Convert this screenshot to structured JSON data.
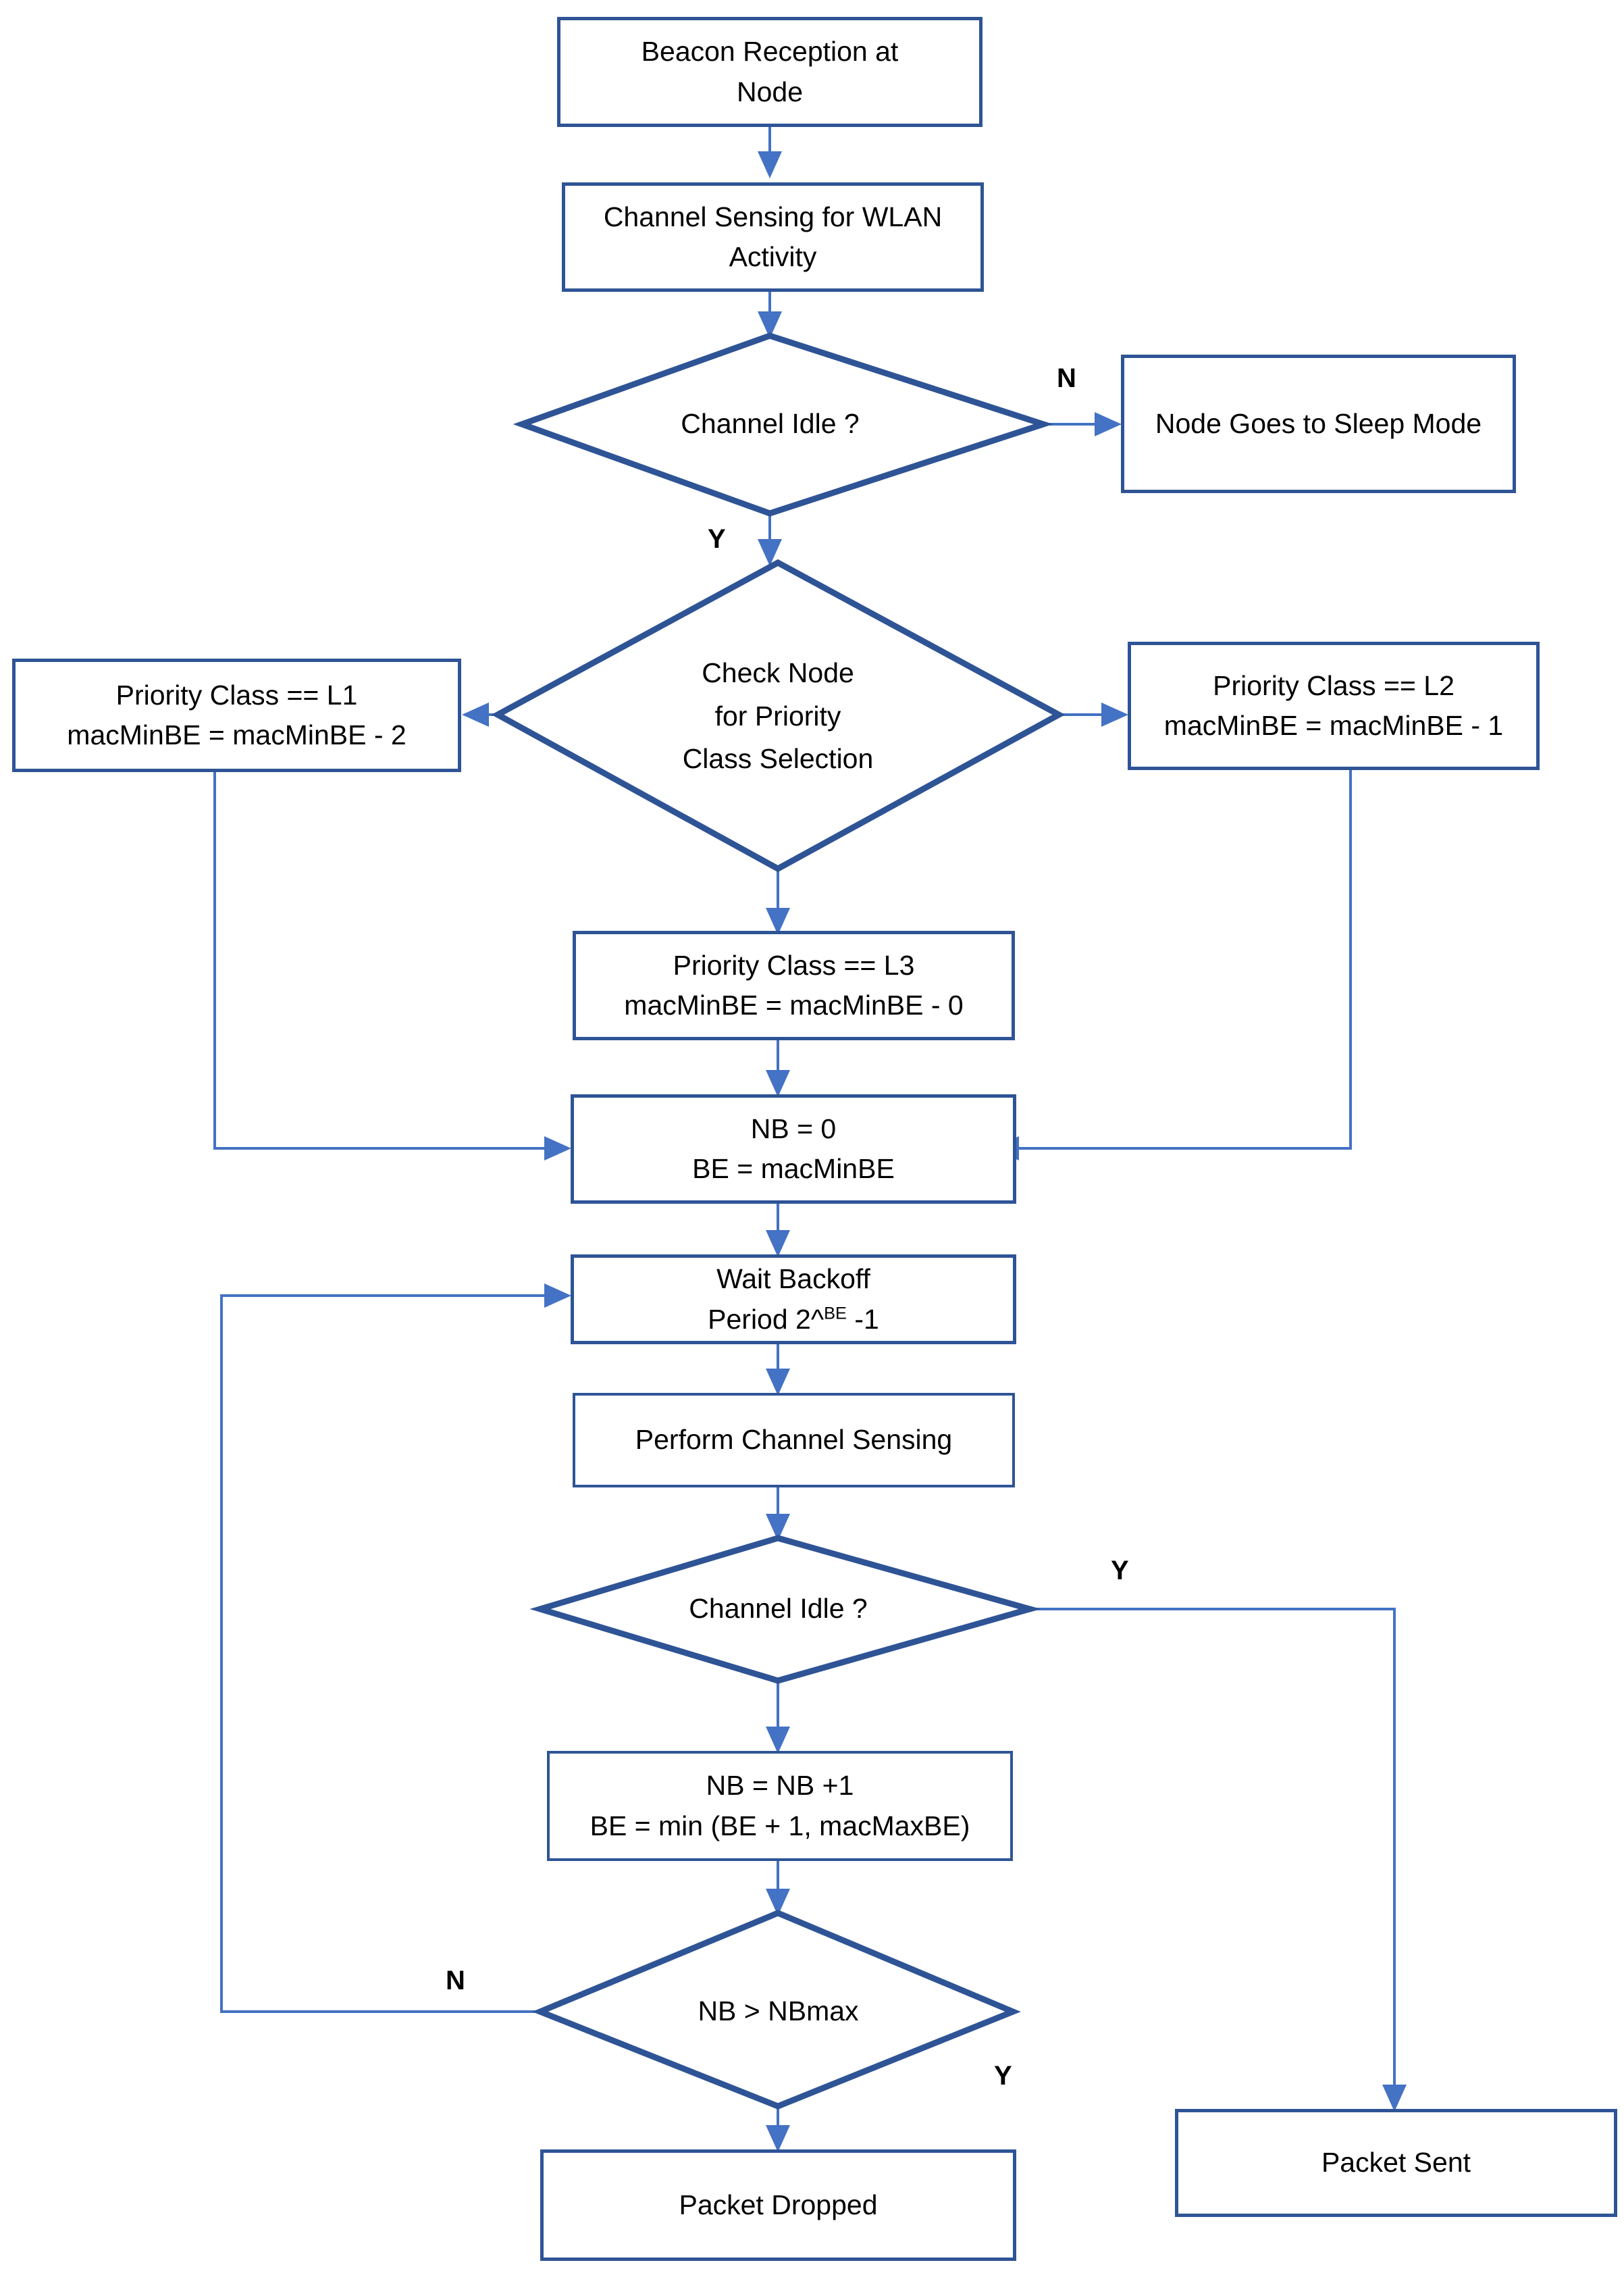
{
  "title": "Priority-based CSMA/CA Backoff Flowchart",
  "theme": {
    "shape_border": "#2e5496",
    "connector": "#4472c4",
    "text": "#000000",
    "background": "#ffffff"
  },
  "nodes": {
    "beacon_reception": {
      "line1": "Beacon Reception at",
      "line2": "Node"
    },
    "channel_sensing_wlan": {
      "line1": "Channel Sensing for WLAN",
      "line2": "Activity"
    },
    "channel_idle_1": {
      "label": "Channel Idle ?"
    },
    "sleep_mode": {
      "label": "Node Goes to Sleep Mode"
    },
    "check_priority": {
      "line1": "Check Node",
      "line2": "for Priority",
      "line3": "Class Selection"
    },
    "priority_l1": {
      "line1": "Priority Class == L1",
      "line2": "macMinBE = macMinBE - 2"
    },
    "priority_l2": {
      "line1": "Priority Class == L2",
      "line2": "macMinBE = macMinBE - 1"
    },
    "priority_l3": {
      "line1": "Priority Class == L3",
      "line2": "macMinBE = macMinBE - 0"
    },
    "init_nb_be": {
      "line1": "NB = 0",
      "line2": "BE = macMinBE"
    },
    "wait_backoff": {
      "line1": "Wait Backoff",
      "line2_pre": "Period 2^",
      "line2_sup": "BE",
      "line2_post": " -1"
    },
    "perform_sensing": {
      "label": "Perform Channel Sensing"
    },
    "channel_idle_2": {
      "label": "Channel Idle ?"
    },
    "increment_nb": {
      "line1": "NB = NB +1",
      "line2": "BE = min (BE + 1, macMaxBE)"
    },
    "nb_gt_nbmax": {
      "label": "NB > NBmax"
    },
    "packet_dropped": {
      "label": "Packet Dropped"
    },
    "packet_sent": {
      "label": "Packet Sent"
    }
  },
  "branch_labels": {
    "idle1_no": "N",
    "idle1_yes": "Y",
    "idle2_yes": "Y",
    "nbmax_no": "N",
    "nbmax_yes": "Y"
  }
}
